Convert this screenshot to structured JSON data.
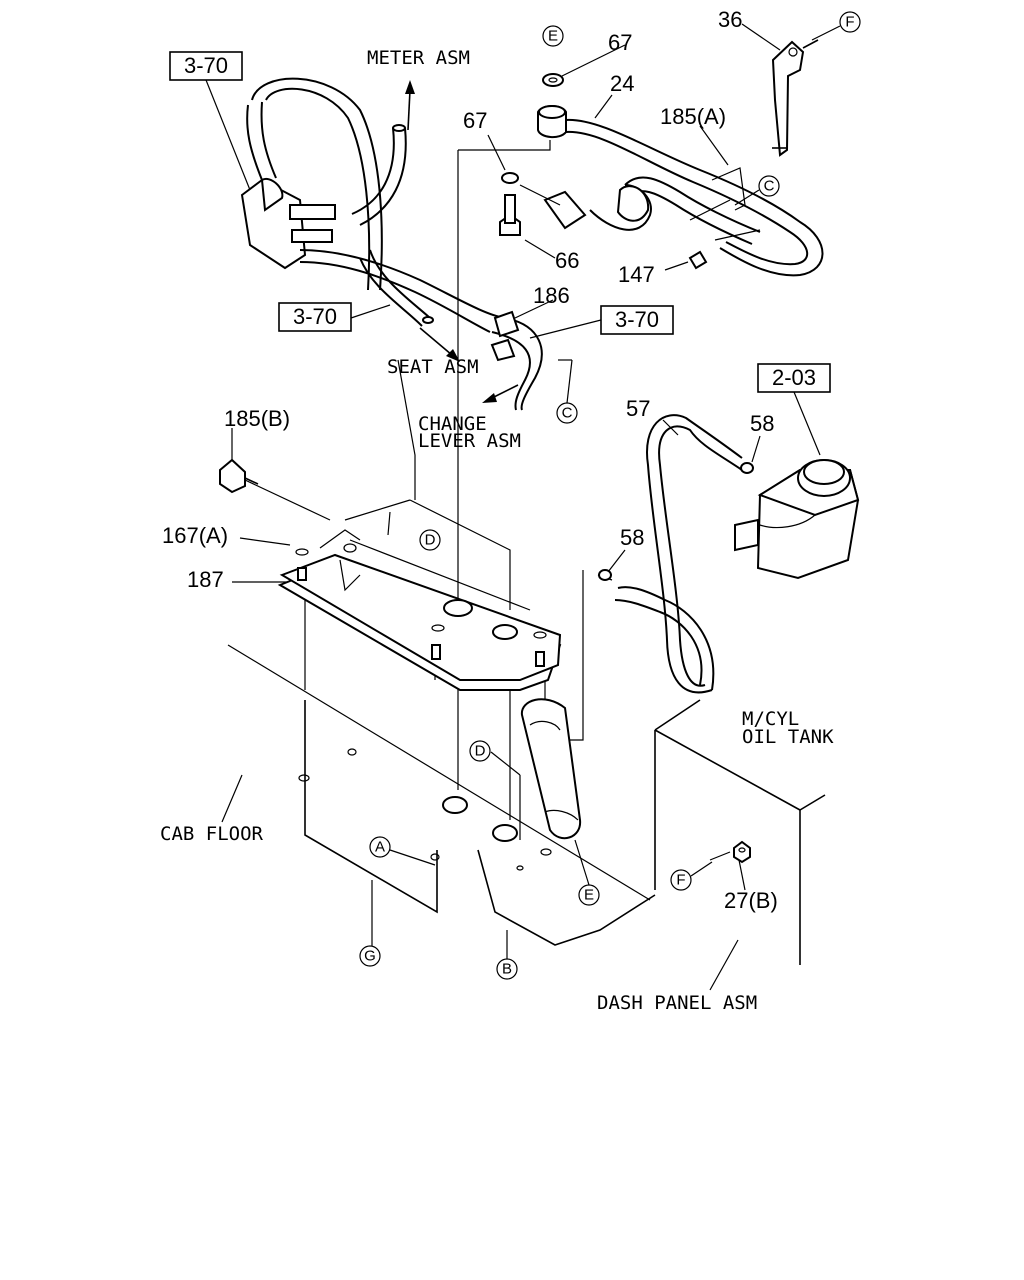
{
  "refs": {
    "ref_3_70_a": "3-70",
    "ref_3_70_b": "3-70",
    "ref_3_70_c": "3-70",
    "ref_2_03": "2-03"
  },
  "labels": {
    "meter_asm": "METER ASM",
    "seat_asm": "SEAT ASM",
    "change_lever_1": "CHANGE",
    "change_lever_2": "LEVER ASM",
    "cab_floor": "CAB FLOOR",
    "mcyl_1": "M/CYL",
    "mcyl_2": "OIL TANK",
    "dash_panel": "DASH PANEL ASM"
  },
  "parts": {
    "p36": "36",
    "p67a": "67",
    "p67b": "67",
    "p24": "24",
    "p185a": "185(A)",
    "p66": "66",
    "p147": "147",
    "p186": "186",
    "p185b": "185(B)",
    "p167a": "167(A)",
    "p187": "187",
    "p57": "57",
    "p58a": "58",
    "p58b": "58",
    "p27b": "27(B)"
  },
  "circles": {
    "c_e_top": "E",
    "c_f_top": "F",
    "c_c_top": "C",
    "c_c_mid": "C",
    "c_d_top": "D",
    "c_d_low": "D",
    "c_a": "A",
    "c_e_low": "E",
    "c_f_low": "F",
    "c_g": "G",
    "c_b": "B"
  }
}
